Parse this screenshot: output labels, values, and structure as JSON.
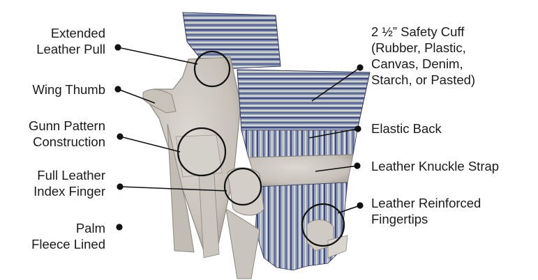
{
  "colors": {
    "leather": "#c9c4bd",
    "leather_shadow": "#a8a29a",
    "cuff_blue": "#8f9bbc",
    "cuff_stripe_dark": "#3f4a78",
    "cuff_stripe_light": "#e9e7c9",
    "callout_line": "#111111"
  },
  "labels": {
    "extended_leather_pull": [
      "Extended",
      "Leather Pull"
    ],
    "wing_thumb": [
      "Wing Thumb"
    ],
    "gunn_pattern": [
      "Gunn Pattern",
      "Construction"
    ],
    "full_leather_index": [
      "Full Leather",
      "Index Finger"
    ],
    "palm_fleece": [
      "Palm",
      "Fleece Lined"
    ],
    "safety_cuff": [
      "2 ½” Safety Cuff",
      "(Rubber, Plastic,",
      "Canvas, Denim,",
      "Starch, or Pasted)"
    ],
    "elastic_back": [
      "Elastic Back"
    ],
    "knuckle_strap": [
      "Leather Knuckle Strap"
    ],
    "reinforced_fingertips": [
      "Leather Reinforced",
      "Fingertips"
    ]
  }
}
